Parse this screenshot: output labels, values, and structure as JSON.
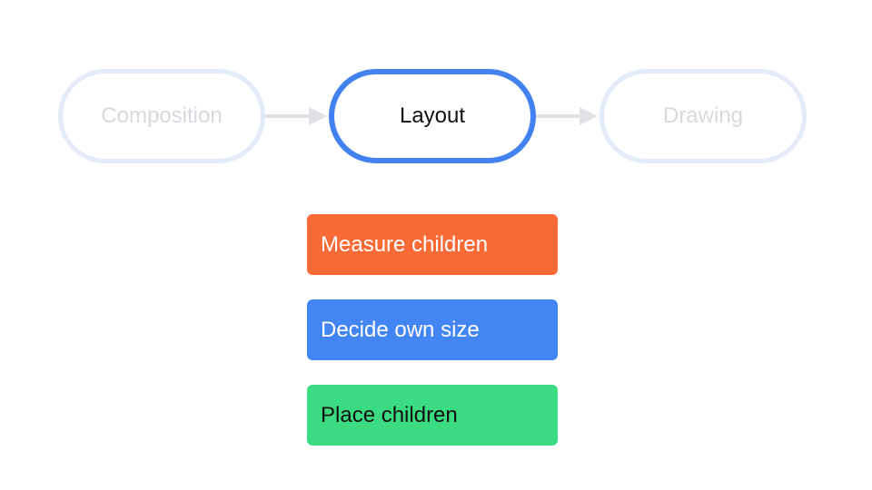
{
  "flow": {
    "stages": [
      {
        "label": "Composition",
        "state": "inactive"
      },
      {
        "label": "Layout",
        "state": "active"
      },
      {
        "label": "Drawing",
        "state": "inactive"
      }
    ]
  },
  "layout_steps": [
    {
      "label": "Measure children",
      "color": "#fa6a36"
    },
    {
      "label": "Decide own size",
      "color": "#4385f2"
    },
    {
      "label": "Place children",
      "color": "#3bdb81"
    }
  ],
  "colors": {
    "active_border": "#4282f0",
    "inactive_border": "#e3ebfa",
    "inactive_text": "#d6d9de",
    "arrow": "#dfe1e4"
  }
}
